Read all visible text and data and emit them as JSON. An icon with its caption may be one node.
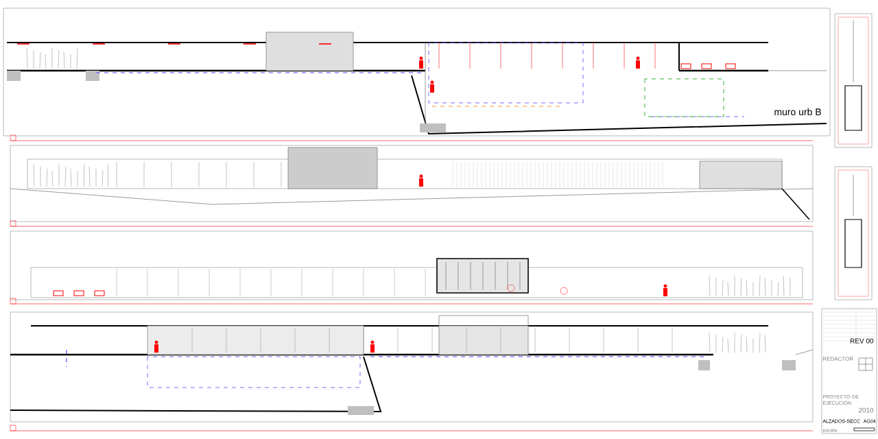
{
  "diagram": {
    "labels": [
      "muro urb B",
      "REV 00",
      "REDACTOR",
      "PROYECTO DE EJECUCIÓN",
      "2010",
      "ALZADOS-SECC",
      "AG04",
      "escala"
    ]
  }
}
